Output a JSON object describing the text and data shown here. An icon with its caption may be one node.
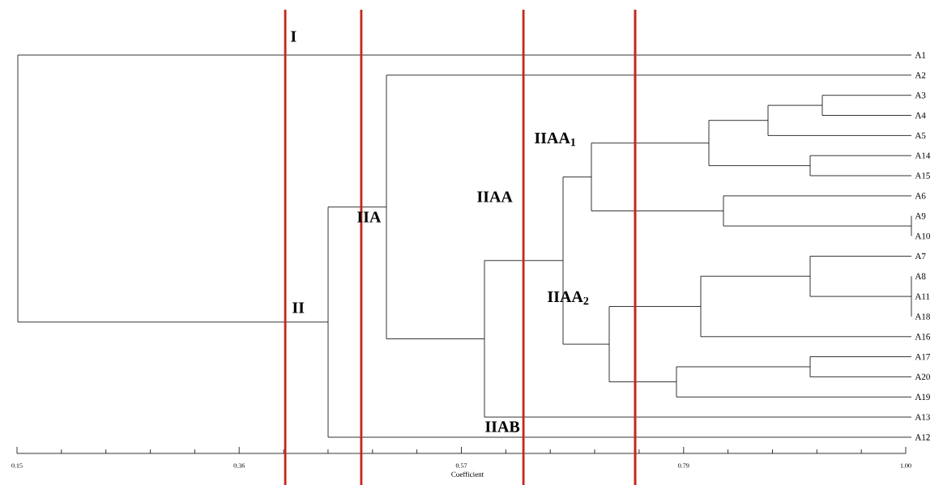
{
  "diagram": {
    "labels": [
      "I",
      "IIAA$_{1}$",
      "IIA",
      "IIAA",
      "II",
      "IIAA$_{2}$",
      "IIAB",
      "A1",
      "A2",
      "A3",
      "A4",
      "A5",
      "A14",
      "A15",
      "A6",
      "A9",
      "A10",
      "A7",
      "A8",
      "A11",
      "A18",
      "A16",
      "A17",
      "A20",
      "A19",
      "A13",
      "A12",
      "0.15",
      "0.36",
      "0.57",
      "0.79",
      "1.00",
      "Coefficient"
    ]
  }
}
